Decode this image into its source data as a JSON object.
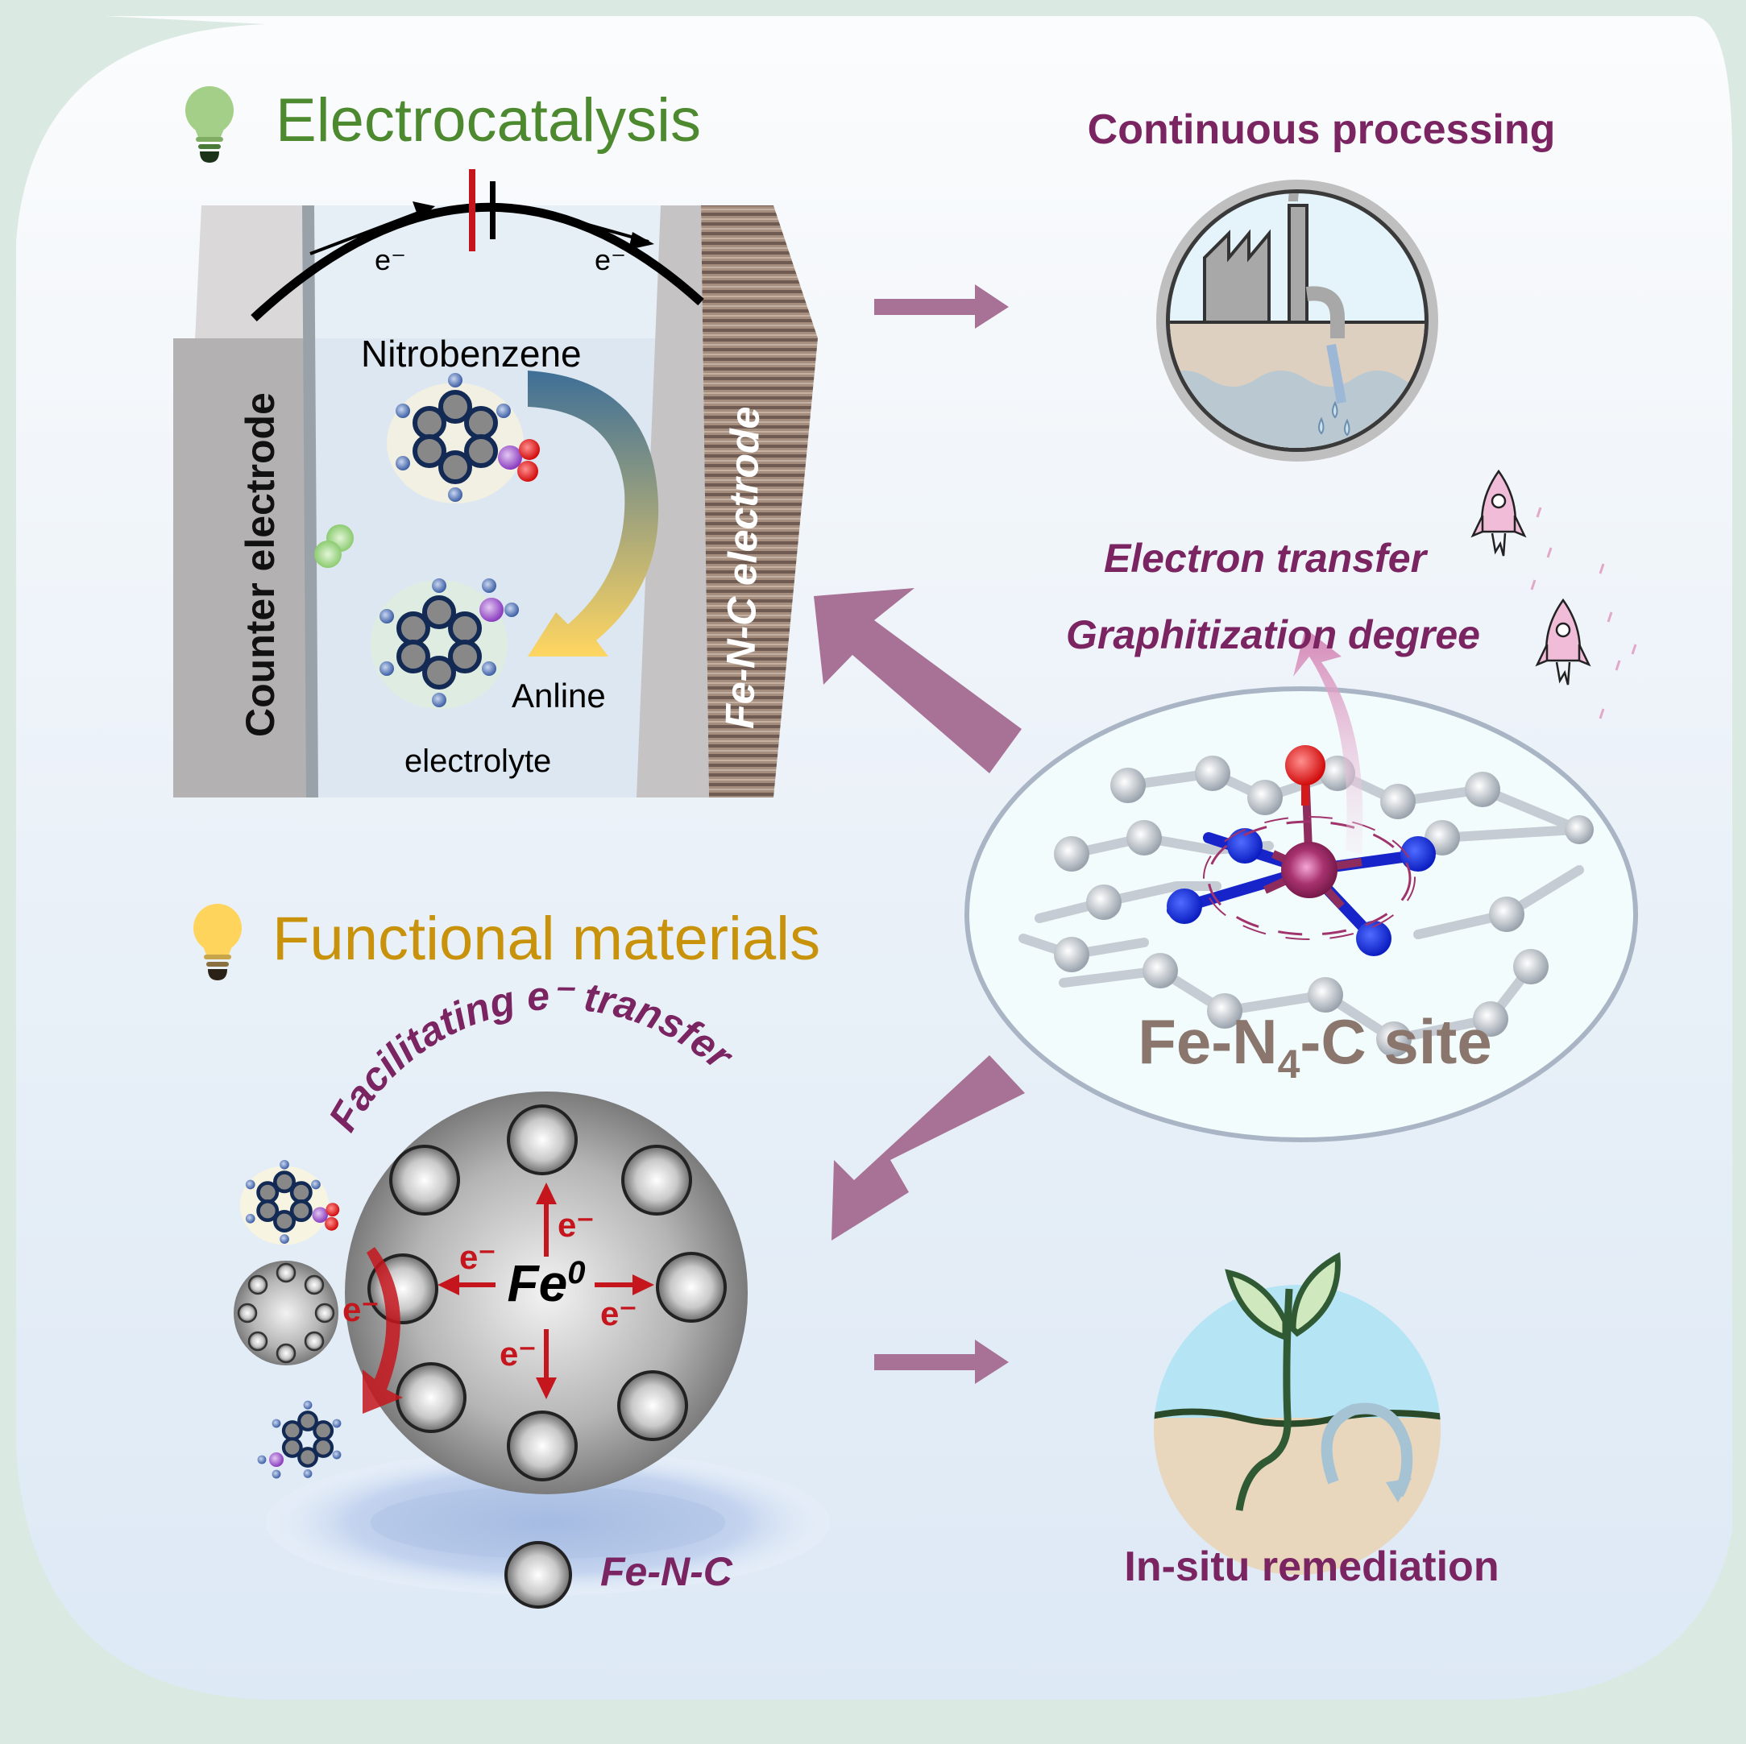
{
  "colors": {
    "outer_bg": "#dbe9e3",
    "panel_top": "#fafcfd",
    "panel_bottom": "#dde9f5",
    "green_title": "#4d8a2f",
    "gold_title": "#c8930a",
    "purple_text": "#7a2462",
    "arrow_purple": "#a87196",
    "site_text": "#8a766c",
    "electron_red": "#c4161c"
  },
  "electrocatalysis": {
    "title": "Electrocatalysis",
    "icon": "lightbulb-green-icon",
    "electron_label_left": "e⁻",
    "electron_label_right": "e⁻",
    "counter_electrode_label": "Counter electrode",
    "fenc_electrode_label": "Fe-N-C electrode",
    "reactant_label": "Nitrobenzene",
    "product_label": "Anline",
    "medium_label": "electrolyte"
  },
  "continuous": {
    "title": "Continuous processing",
    "icon": "factory-wastewater-icon"
  },
  "site": {
    "label_prefix": "Fe-N",
    "label_sub": "4",
    "label_suffix": "-C site",
    "properties": [
      "Electron transfer",
      "Graphitization degree"
    ],
    "icon": "rocket-icon"
  },
  "functional": {
    "title": "Functional materials",
    "icon": "lightbulb-yellow-icon",
    "arc_label": "Facilitating e⁻ transfer",
    "core_label": "Fe",
    "core_sup": "0",
    "electron_label": "e⁻",
    "particle_label": "Fe-N-C"
  },
  "remediation": {
    "title": "In-situ remediation",
    "icon": "plant-soil-cycle-icon"
  }
}
